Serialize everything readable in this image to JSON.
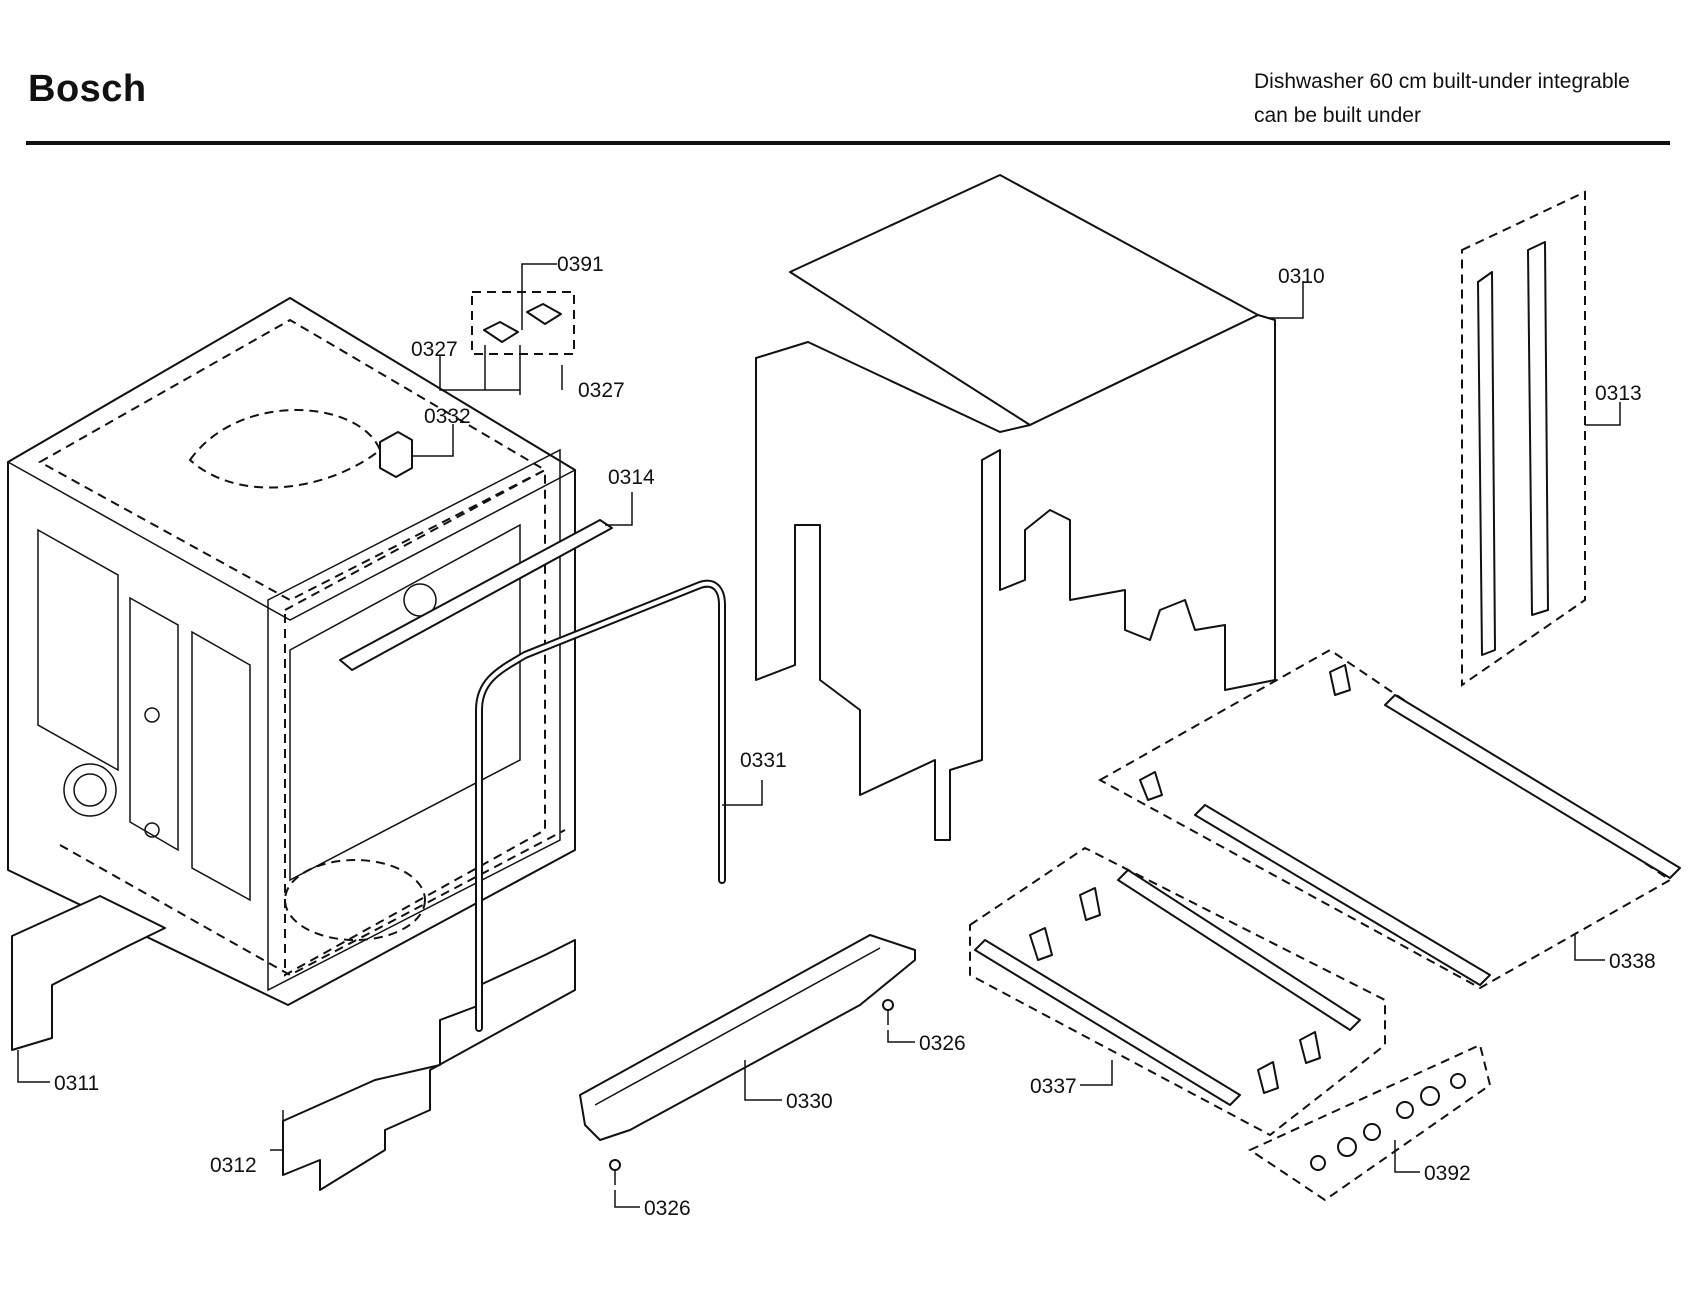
{
  "header": {
    "brand": "Bosch",
    "description_line1": "Dishwasher 60 cm built-under integrable",
    "description_line2": "can be built under"
  },
  "parts": [
    {
      "id": "0391"
    },
    {
      "id": "0327"
    },
    {
      "id": "0327"
    },
    {
      "id": "0332"
    },
    {
      "id": "0314"
    },
    {
      "id": "0310"
    },
    {
      "id": "0313"
    },
    {
      "id": "0331"
    },
    {
      "id": "0338"
    },
    {
      "id": "0311"
    },
    {
      "id": "0326"
    },
    {
      "id": "0330"
    },
    {
      "id": "0337"
    },
    {
      "id": "0312"
    },
    {
      "id": "0326"
    },
    {
      "id": "0392"
    }
  ]
}
